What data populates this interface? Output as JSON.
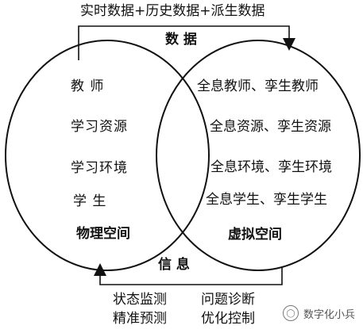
{
  "top_flow_label": "实时数据+历史数据+派生数据",
  "top_label": "数 据",
  "bottom_label": "信 息",
  "physical_space": {
    "title": "物理空间",
    "items": [
      "教 师",
      "学习资源",
      "学习环境",
      "学 生"
    ]
  },
  "virtual_space": {
    "title": "虚拟空间",
    "items": [
      "全息教师、孪生教师",
      "全息资源、孪生资源",
      "全息环境、孪生环境",
      "全息学生、孪生学生"
    ]
  },
  "bottom_flow": {
    "left": [
      "状态监测",
      "精准预测"
    ],
    "right": [
      "问题诊断",
      "优化控制"
    ]
  },
  "watermark": "数字化小兵",
  "colors": {
    "stroke": "#111111",
    "text": "#111111"
  }
}
